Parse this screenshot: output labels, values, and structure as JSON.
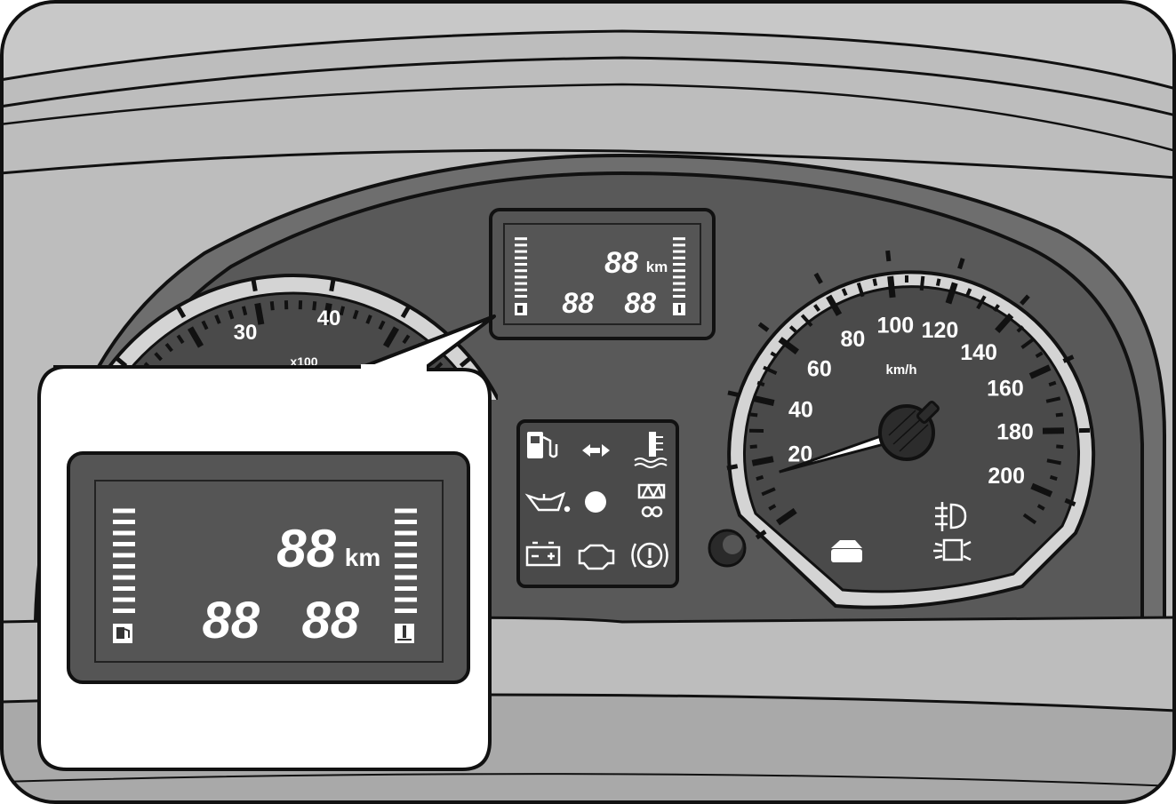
{
  "tachometer": {
    "labels": [
      "30",
      "40"
    ],
    "unit": "x100"
  },
  "speedometer": {
    "labels": [
      "20",
      "40",
      "60",
      "80",
      "100",
      "120",
      "140",
      "160",
      "180",
      "200"
    ],
    "unit": "km/h",
    "needle_value": 15
  },
  "display": {
    "trip": "88",
    "unit": "km",
    "clock_hours": "88",
    "clock_minutes": "88",
    "fuel_bar_count": 10,
    "temp_bar_count": 10
  },
  "warning_lights": [
    "fuel-pump-icon",
    "turn-signal-icon",
    "coolant-temperature-icon",
    "oil-pressure-icon",
    "indicator-dot-icon",
    "preheat-icon",
    "battery-icon",
    "engine-check-icon",
    "brake-warning-icon"
  ],
  "speedo_indicators": [
    "rear-fog-icon",
    "front-fog-icon",
    "door-open-icon",
    "parking-light-icon"
  ],
  "colors": {
    "panel_light": "#bdbdbd",
    "panel_mid": "#9a9a9a",
    "cluster_dark": "#5a5a5a",
    "dial_face": "#4a4a4a",
    "dial_ring": "#d4d4d4",
    "lcd_bg": "#555555",
    "lcd_text": "#ffffff",
    "outline": "#111111"
  }
}
